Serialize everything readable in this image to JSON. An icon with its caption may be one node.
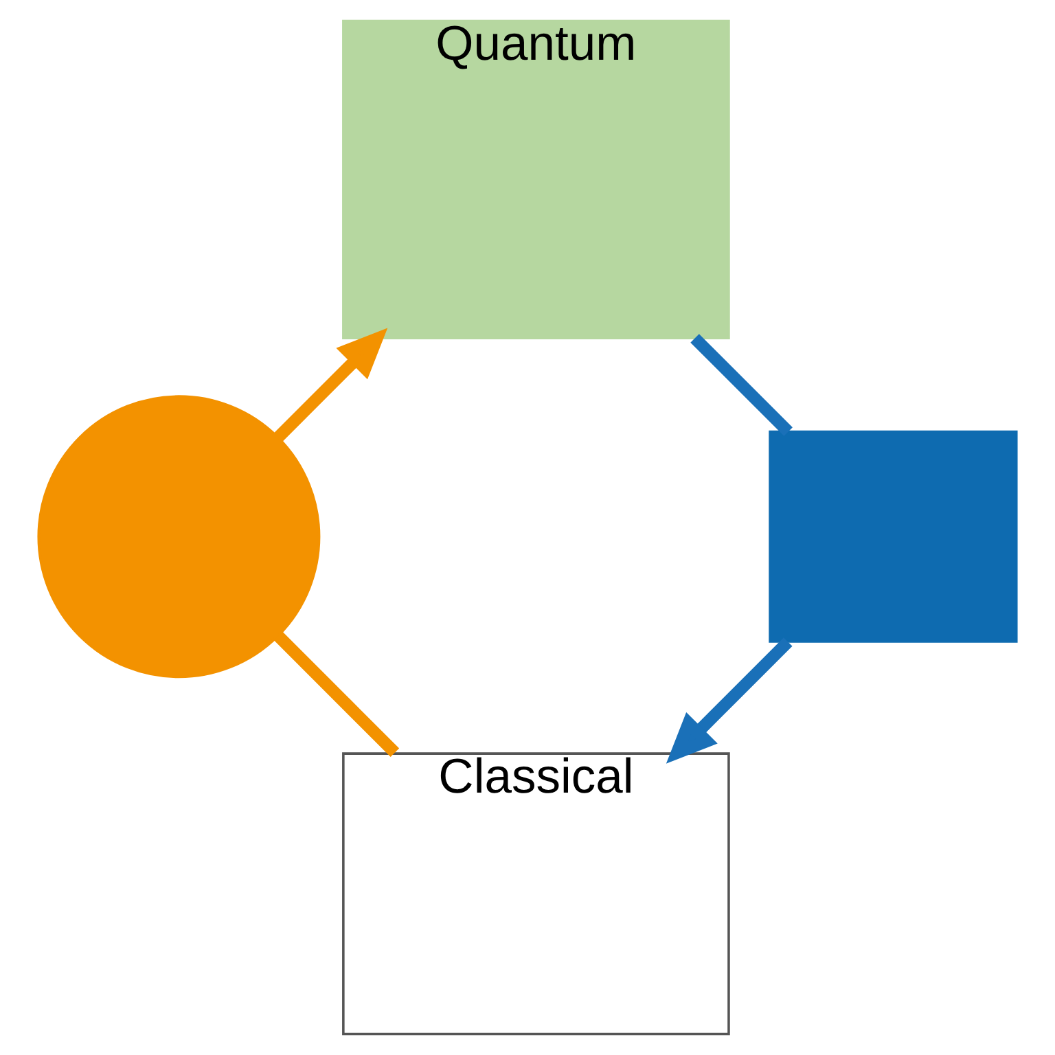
{
  "diagram": {
    "nodes": [
      {
        "text": [
          "Classical"
        ]
      },
      {
        "text": [],
        "shape": "circle"
      },
      {
        "text": [
          "Quantum"
        ]
      },
      {
        "text": [],
        "shape": "box"
      }
    ],
    "edges": [
      {
        "from": 0,
        "to": 1,
        "arrow": "none",
        "color": "#f39200"
      },
      {
        "from": 1,
        "to": 2,
        "arrow": "to",
        "color": "#f39200"
      },
      {
        "from": 2,
        "to": 3,
        "arrow": "none",
        "color": "#1a70b8"
      },
      {
        "from": 3,
        "to": 0,
        "arrow": "to",
        "color": "#1a70b8"
      }
    ]
  }
}
